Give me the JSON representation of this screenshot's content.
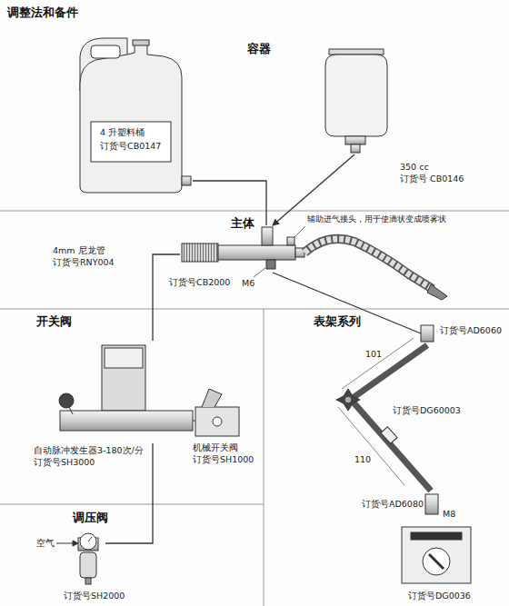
{
  "diagram": {
    "title": "调整法和备件",
    "nodes": [
      {
        "text": [
          "4 升塑料桶",
          "订货号CB0147"
        ]
      },
      {
        "text": [
          "350 cc",
          "订货号 CB0146"
        ]
      },
      {
        "text": [
          "订货号CB2000"
        ]
      },
      {
        "text": [
          "自动脉冲发生器3-180次/分",
          "订货号SH3000"
        ]
      },
      {
        "text": [
          "机械开关阀",
          "订货号SH1000"
        ]
      },
      {
        "text": [
          "订货号SH2000"
        ]
      },
      {
        "text": [
          "订货号AD6060"
        ]
      },
      {
        "text": [
          "订货号DG60003"
        ]
      },
      {
        "text": [
          "订货号AD6080"
        ]
      },
      {
        "text": [
          "订货号DG0036"
        ]
      }
    ],
    "edges": [
      {
        "from": 0,
        "to": 2,
        "arrow": "none"
      },
      {
        "from": 1,
        "to": 2,
        "arrow": "to"
      },
      {
        "from": 3,
        "to": 2,
        "arrow": "none"
      },
      {
        "from": 5,
        "to": 3,
        "arrow": "none"
      },
      {
        "from": 2,
        "to": 6,
        "arrow": "none"
      }
    ],
    "labels": [
      "容器",
      "主体",
      "辅助进气接头，用于使滴状变成喷雾状",
      "4mm 尼龙管",
      "订货号RNY004",
      "M6",
      "开关阀",
      "表架系列",
      "101",
      "110",
      "M8",
      "调压阀",
      "空气"
    ]
  }
}
